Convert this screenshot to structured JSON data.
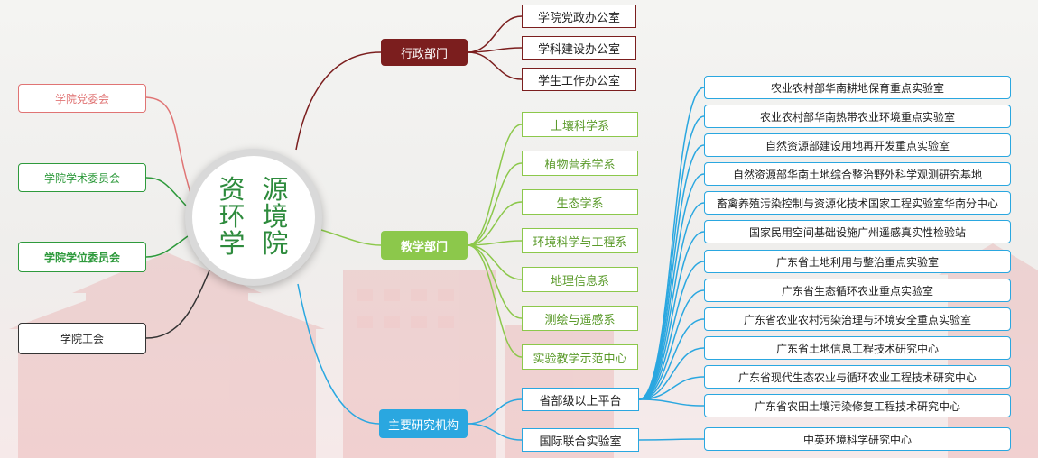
{
  "center": {
    "chars": [
      "资",
      "源",
      "环",
      "境",
      "学",
      "院"
    ]
  },
  "colors": {
    "admin": "#7b1e1e",
    "teaching": "#8cc84b",
    "research": "#2aa7e0",
    "left_red": "#e07474",
    "left_green": "#2e9a3c",
    "left_dark": "#333333"
  },
  "left_branches": [
    {
      "label": "学院党委会"
    },
    {
      "label": "学院学术委员会"
    },
    {
      "label": "学院学位委员会"
    },
    {
      "label": "学院工会"
    }
  ],
  "admin": {
    "label": "行政部门",
    "children": [
      "学院党政办公室",
      "学科建设办公室",
      "学生工作办公室"
    ]
  },
  "teaching": {
    "label": "教学部门",
    "children": [
      "土壤科学系",
      "植物营养学系",
      "生态学系",
      "环境科学与工程系",
      "地理信息系",
      "测绘与遥感系",
      "实验教学示范中心"
    ]
  },
  "research": {
    "label": "主要研究机构",
    "children": [
      "省部级以上平台",
      "国际联合实验室"
    ],
    "platforms": [
      "农业农村部华南耕地保育重点实验室",
      "农业农村部华南热带农业环境重点实验室",
      "自然资源部建设用地再开发重点实验室",
      "自然资源部华南土地综合整治野外科学观测研究基地",
      "畜禽养殖污染控制与资源化技术国家工程实验室华南分中心",
      "国家民用空间基础设施广州遥感真实性检验站",
      "广东省土地利用与整治重点实验室",
      "广东省生态循环农业重点实验室",
      "广东省农业农村污染治理与环境安全重点实验室",
      "广东省土地信息工程技术研究中心",
      "广东省现代生态农业与循环农业工程技术研究中心",
      "广东省农田土壤污染修复工程技术研究中心"
    ],
    "international": [
      "中英环境科学研究中心"
    ]
  }
}
